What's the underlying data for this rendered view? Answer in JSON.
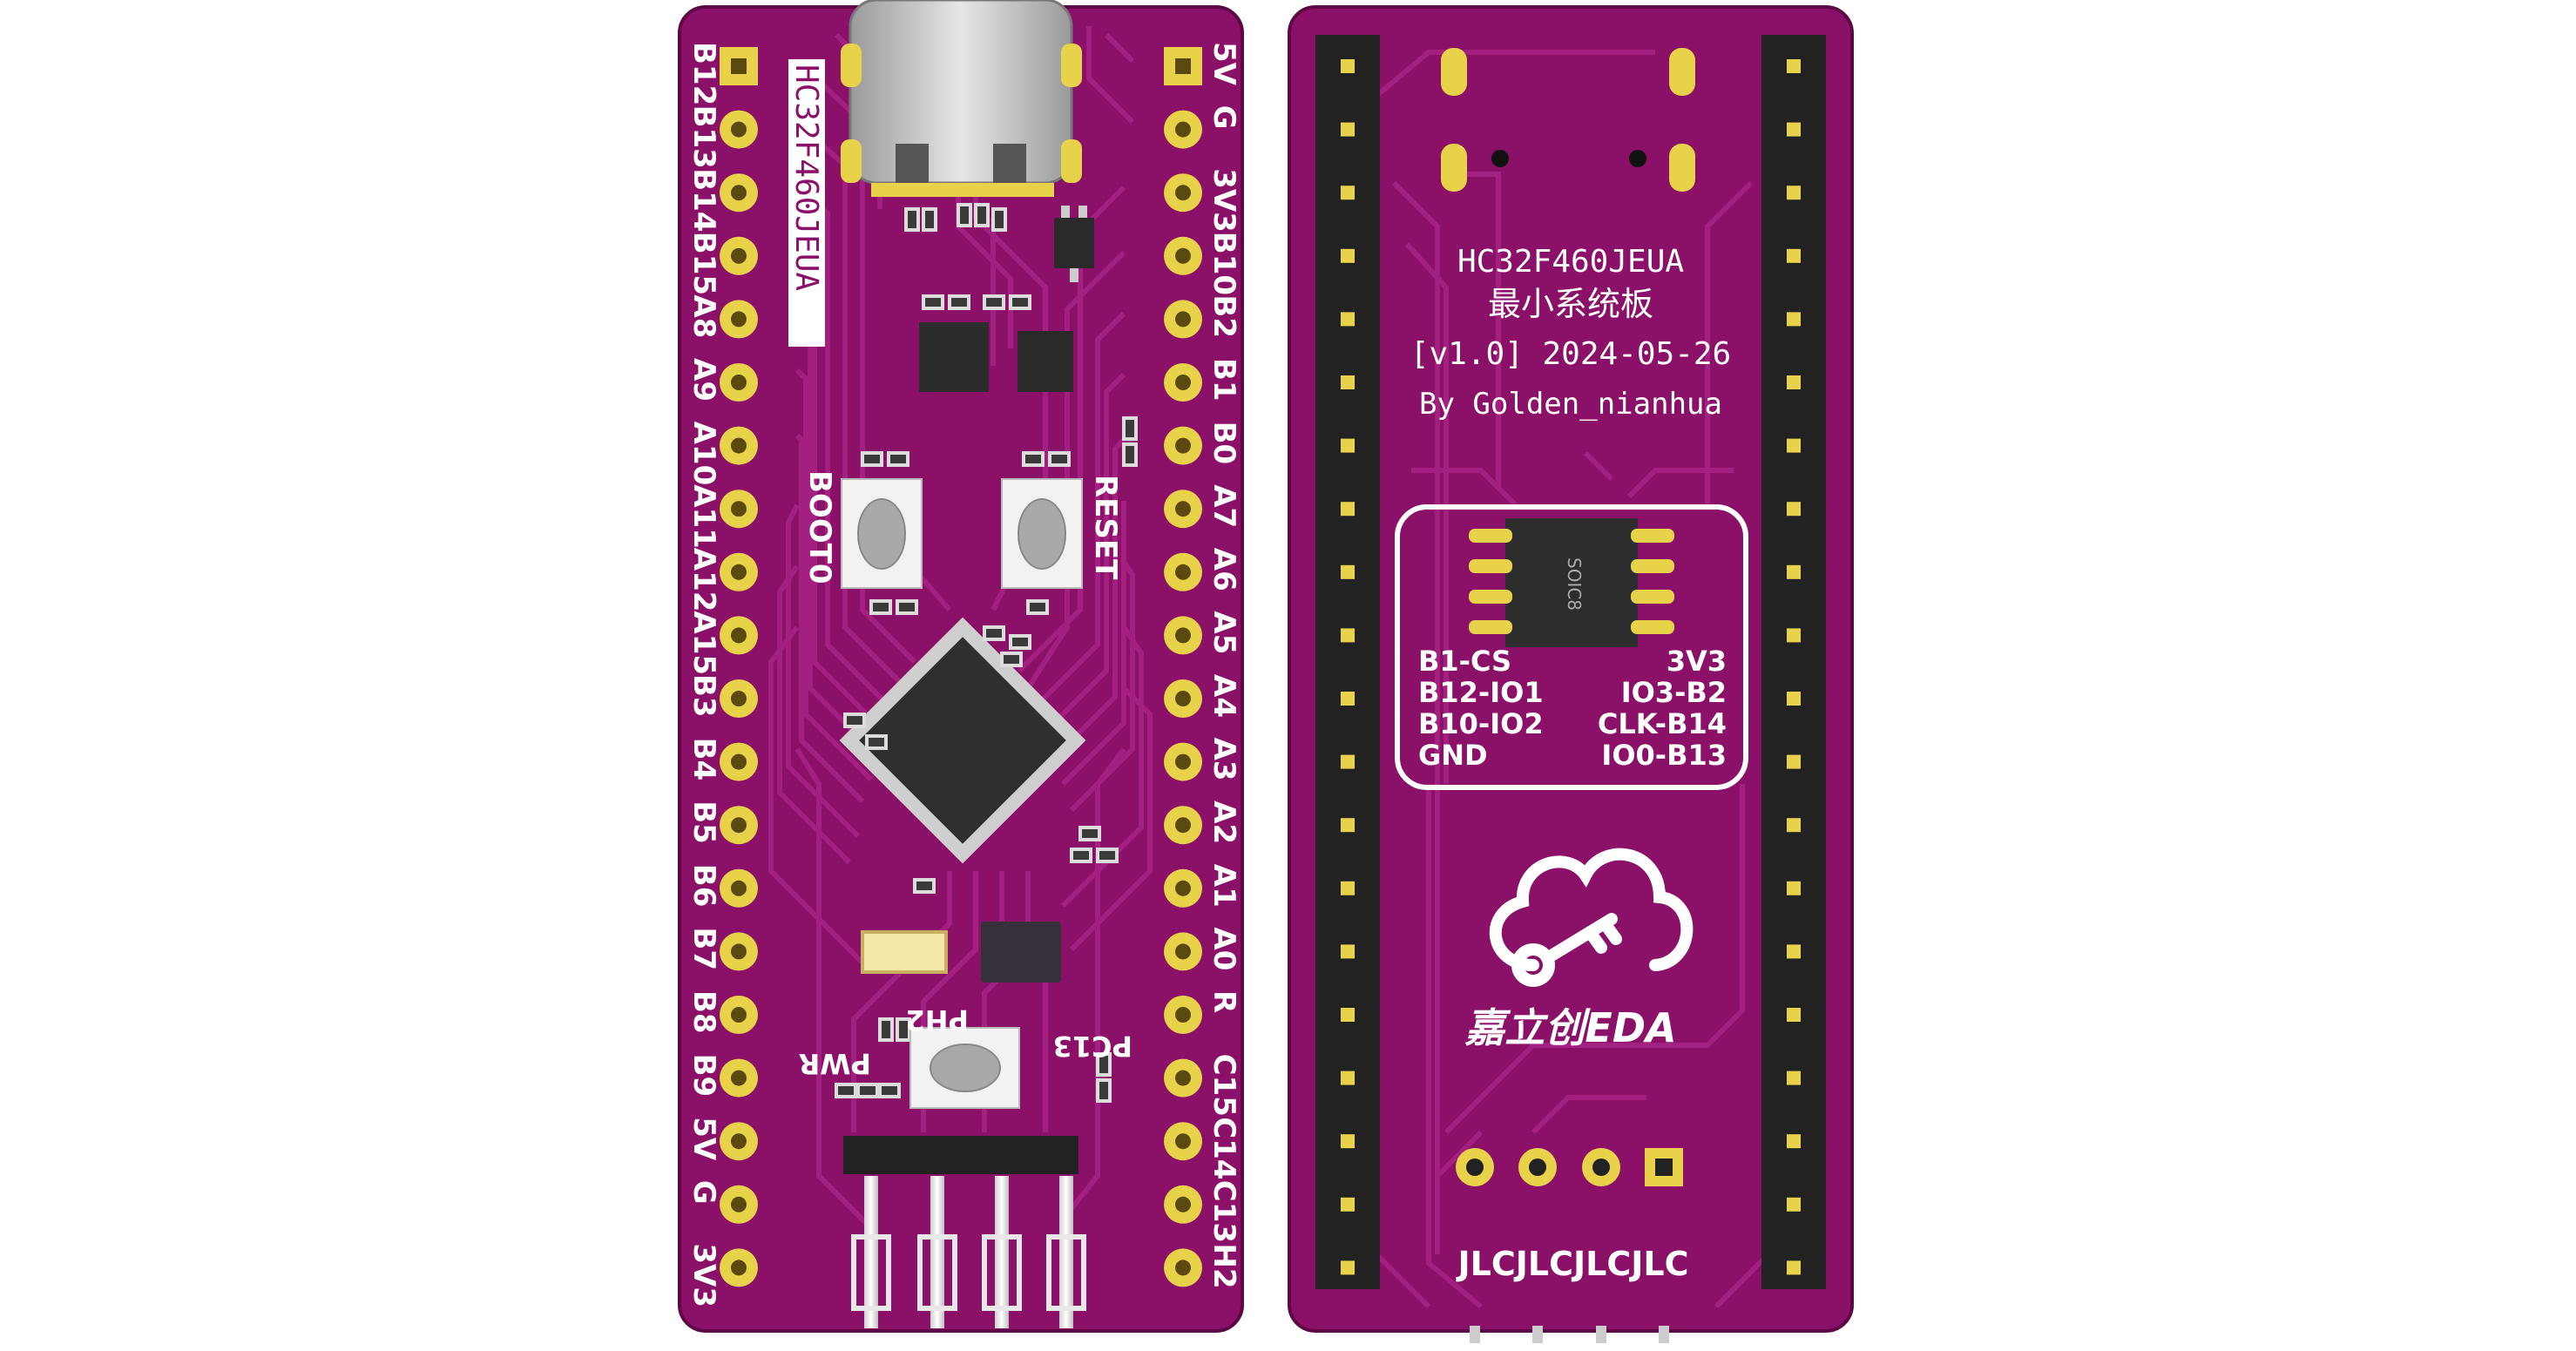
{
  "front": {
    "chip_label": "HC32F460JEUA",
    "left_pins": [
      "B12",
      "B13",
      "B14",
      "B15",
      "A8",
      "A9",
      "A10",
      "A11",
      "A12",
      "A15",
      "B3",
      "B4",
      "B5",
      "B6",
      "B7",
      "B8",
      "B9",
      "5V",
      "G",
      "3V3"
    ],
    "right_pins": [
      "5V",
      "G",
      "3V3",
      "B10",
      "B2",
      "B1",
      "B0",
      "A7",
      "A6",
      "A5",
      "A4",
      "A3",
      "A2",
      "A1",
      "A0",
      "R",
      "C15",
      "C14",
      "C13",
      "H2"
    ],
    "boot_label": "BOOT0",
    "reset_label": "RESET",
    "pwr_label": "PWR",
    "ph2_label": "PH2",
    "pc13_label": "PC13"
  },
  "back": {
    "title": "HC32F460JEUA",
    "subtitle": "最小系统板",
    "version": "[v1.0] 2024-05-26",
    "author": "By Golden_nianhua",
    "flash_package": "SOIC8",
    "flash_pins": [
      {
        "left": "B1-CS",
        "right": "3V3"
      },
      {
        "left": "B12-IO1",
        "right": "IO3-B2"
      },
      {
        "left": "B10-IO2",
        "right": "CLK-B14"
      },
      {
        "left": "GND",
        "right": "IO0-B13"
      }
    ],
    "brand": "嘉立创EDA",
    "footer_mark": "JLCJLCJLCJLC"
  },
  "colors": {
    "pcb": "#8a1068",
    "pcb_edge": "#6a0a50",
    "trace": "#a01a7c",
    "gold": "#e8d24a",
    "header_black": "#222222"
  }
}
